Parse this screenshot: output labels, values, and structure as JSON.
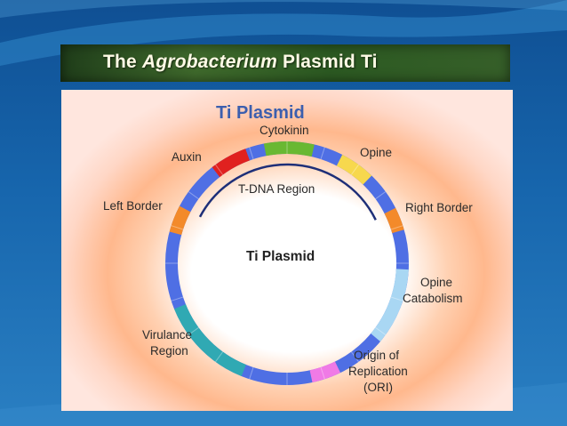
{
  "slide": {
    "title_pre": "The ",
    "title_italic": "Agrobacterium",
    "title_post": " Plasmid Ti"
  },
  "diagram": {
    "header": "Ti Plasmid",
    "center_label": "Ti Plasmid",
    "tdna_label": "T-DNA Region",
    "labels": {
      "cytokinin": "Cytokinin",
      "auxin": "Auxin",
      "opine": "Opine",
      "left_border": "Left Border",
      "right_border": "Right Border",
      "opine_catabolism_1": "Opine",
      "opine_catabolism_2": "Catabolism",
      "virulance_1": "Virulance",
      "virulance_2": "Region",
      "ori_1": "Origin of",
      "ori_2": "Replication",
      "ori_3": "(ORI)"
    },
    "colors": {
      "ring": "#4f6fe4",
      "cytokinin": "#69b832",
      "auxin": "#e0211f",
      "opine": "#f7d84d",
      "border": "#f38a2a",
      "catabolism": "#a9d7f3",
      "virulence": "#30a9b3",
      "ori": "#f07ae6",
      "header": "#3c5fae"
    }
  }
}
